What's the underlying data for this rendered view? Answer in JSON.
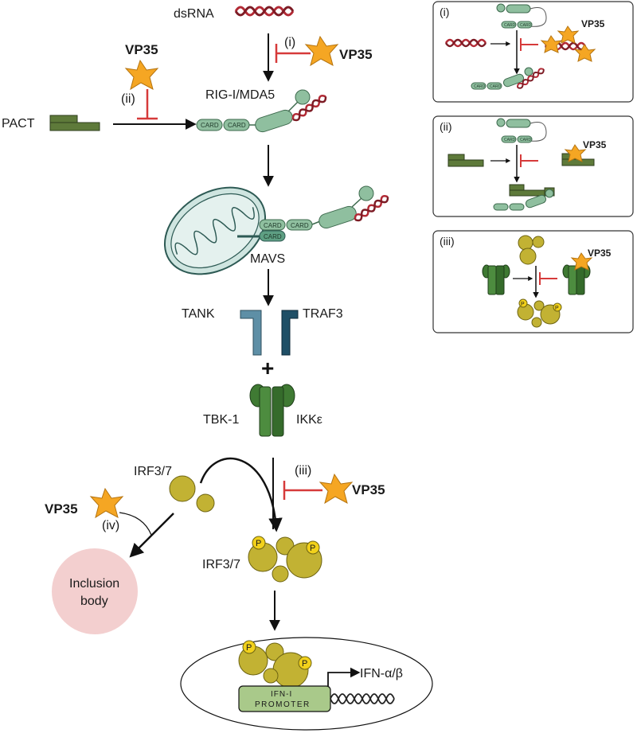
{
  "labels": {
    "dsrna": "dsRNA",
    "rig": "RIG-I/MDA5",
    "pact": "PACT",
    "mavs": "MAVS",
    "tank": "TANK",
    "traf3": "TRAF3",
    "plus": "+",
    "tbk1": "TBK-1",
    "ikke": "IKKε",
    "irf_left": "IRF3/7",
    "irf_phos": "IRF3/7",
    "inclusion_1": "Inclusion",
    "inclusion_2": "body",
    "ifn": "IFN-α/β",
    "promoter_1": "IFN-I",
    "promoter_2": "PROMOTER",
    "card": "CARD",
    "phospho": "P"
  },
  "vp35": {
    "label": "VP35",
    "steps": {
      "i": "(i)",
      "ii": "(ii)",
      "iii": "(iii)",
      "iv": "(iv)"
    }
  },
  "insets": {
    "i": {
      "tag": "(i)",
      "vp35": "VP35"
    },
    "ii": {
      "tag": "(ii)",
      "vp35": "VP35"
    },
    "iii": {
      "tag": "(iii)",
      "vp35": "VP35"
    }
  },
  "colors": {
    "vp35": "#F5A623",
    "dsrna": "#B22A35",
    "rig": "#8FBF9F",
    "pact": "#5E7A3A",
    "tank": "#5E8FA6",
    "traf3": "#1F4F66",
    "tbk": "#3F7A33",
    "irf": "#C2B233",
    "inhibit": "#D63A3A",
    "inclusion": "#F3CFCF",
    "promoter": "#A9C98A"
  }
}
